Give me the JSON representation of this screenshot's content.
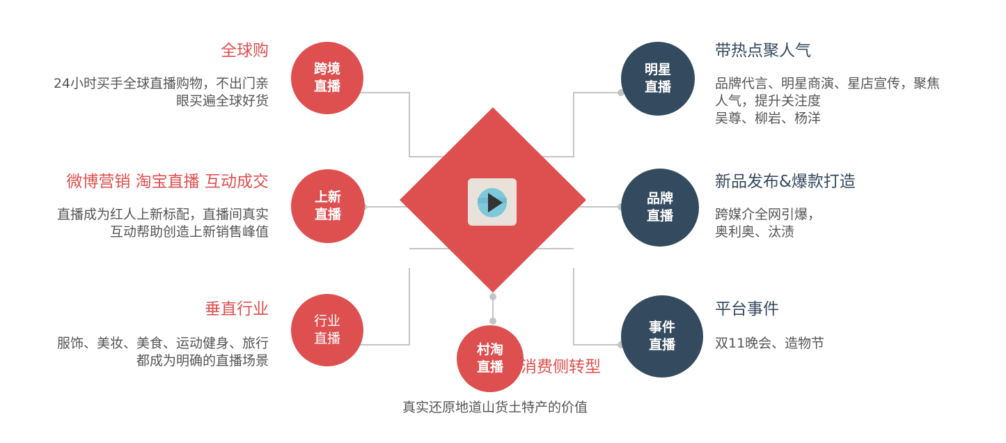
{
  "left_items": [
    {
      "circle": [
        "跨境",
        "直播"
      ],
      "heading": "全球购",
      "body": [
        "24小时买手全球直播购物，不出门亲",
        "眼买遍全球好货"
      ]
    },
    {
      "circle": [
        "上新",
        "直播"
      ],
      "heading": "微博营销 淘宝直播 互动成交",
      "body": [
        "直播成为红人上新标配，直播间真实",
        "互动帮助创造上新销售峰值"
      ]
    },
    {
      "circle": [
        "行业",
        "直播"
      ],
      "heading": "垂直行业",
      "body": [
        "服饰、美妆、美食、运动健身、旅行",
        "都成为明确的直播场景"
      ]
    }
  ],
  "right_items": [
    {
      "circle": [
        "明星",
        "直播"
      ],
      "heading": "带热点聚人气",
      "body": [
        "品牌代言、明星商演、星店宣传，聚焦",
        "人气，提升关注度",
        "吴尊、柳岩、杨洋"
      ]
    },
    {
      "circle": [
        "品牌",
        "直播"
      ],
      "heading": "新品发布&爆款打造",
      "body": [
        "跨媒介全网引爆，",
        "奥利奥、汰渍"
      ]
    },
    {
      "circle": [
        "事件",
        "直播"
      ],
      "heading": "平台事件",
      "body": [
        "双11晚会、造物节"
      ]
    }
  ],
  "bottom_item": {
    "circle": [
      "村淘",
      "直播"
    ],
    "heading": "消费侧转型",
    "body": "真实还原地道山货土特产的价值"
  },
  "colors": {
    "red": "#de4f4f",
    "navy": "#344a5f",
    "connector": "#c4c4c4",
    "play_box": "#e8e2da",
    "play_disc": "#7ec8dc",
    "play_arrow": "#333333"
  },
  "icons": {
    "center": "play-icon"
  }
}
